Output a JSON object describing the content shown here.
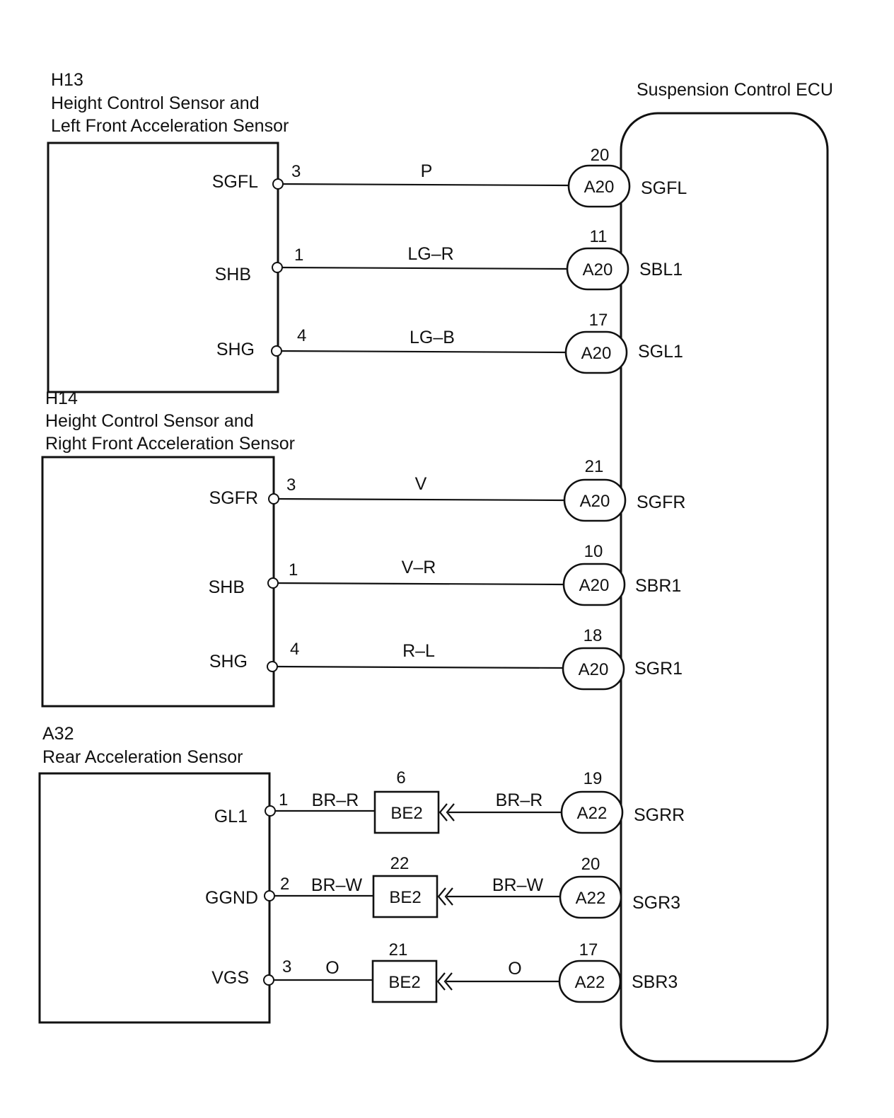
{
  "ecu": {
    "title": "Suspension Control ECU"
  },
  "sensors": [
    {
      "code": "H13",
      "name_lines": [
        "Height Control Sensor and",
        "Left Front Acceleration Sensor"
      ],
      "rows": [
        {
          "pin_name": "SGFL",
          "pin_no": "3",
          "wire": "P",
          "ecu_conn": "A20",
          "ecu_pin_no": "20",
          "ecu_pin": "SGFL"
        },
        {
          "pin_name": "SHB",
          "pin_no": "1",
          "wire": "LG–R",
          "ecu_conn": "A20",
          "ecu_pin_no": "11",
          "ecu_pin": "SBL1"
        },
        {
          "pin_name": "SHG",
          "pin_no": "4",
          "wire": "LG–B",
          "ecu_conn": "A20",
          "ecu_pin_no": "17",
          "ecu_pin": "SGL1"
        }
      ]
    },
    {
      "code": "H14",
      "name_lines": [
        "Height Control Sensor and",
        "Right Front Acceleration Sensor"
      ],
      "rows": [
        {
          "pin_name": "SGFR",
          "pin_no": "3",
          "wire": "V",
          "ecu_conn": "A20",
          "ecu_pin_no": "21",
          "ecu_pin": "SGFR"
        },
        {
          "pin_name": "SHB",
          "pin_no": "1",
          "wire": "V–R",
          "ecu_conn": "A20",
          "ecu_pin_no": "10",
          "ecu_pin": "SBR1"
        },
        {
          "pin_name": "SHG",
          "pin_no": "4",
          "wire": "R–L",
          "ecu_conn": "A20",
          "ecu_pin_no": "18",
          "ecu_pin": "SGR1"
        }
      ]
    },
    {
      "code": "A32",
      "name_lines": [
        "Rear Acceleration Sensor"
      ],
      "rows": [
        {
          "pin_name": "GL1",
          "pin_no": "1",
          "wire": "BR–R",
          "junction": "BE2",
          "junction_no": "6",
          "wire2": "BR–R",
          "ecu_conn": "A22",
          "ecu_pin_no": "19",
          "ecu_pin": "SGRR"
        },
        {
          "pin_name": "GGND",
          "pin_no": "2",
          "wire": "BR–W",
          "junction": "BE2",
          "junction_no": "22",
          "wire2": "BR–W",
          "ecu_conn": "A22",
          "ecu_pin_no": "20",
          "ecu_pin": "SGR3"
        },
        {
          "pin_name": "VGS",
          "pin_no": "3",
          "wire": "O",
          "junction": "BE2",
          "junction_no": "21",
          "wire2": "O",
          "ecu_conn": "A22",
          "ecu_pin_no": "17",
          "ecu_pin": "SBR3"
        }
      ]
    }
  ]
}
